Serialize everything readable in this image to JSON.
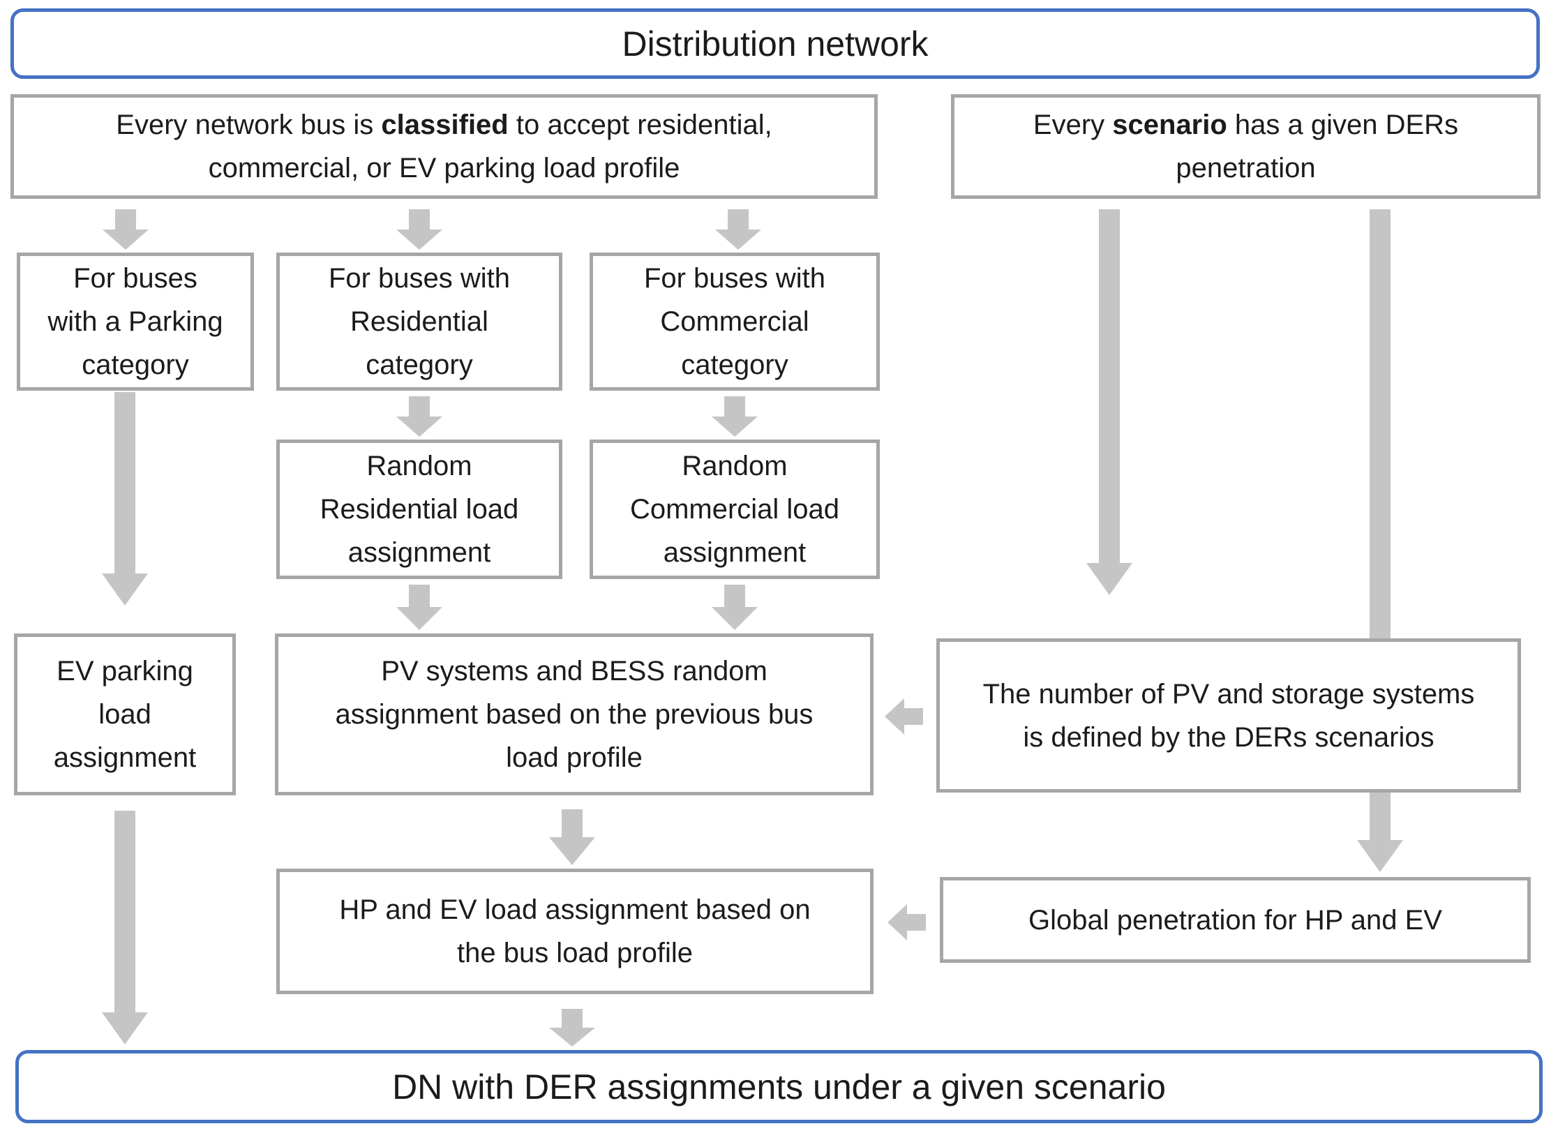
{
  "title": "Distribution network",
  "classified_box": {
    "pre": "Every network bus is ",
    "bold": "classified",
    "post": " to accept residential,",
    "line2": "commercial, or EV parking load profile"
  },
  "scenario_box": {
    "pre": "Every ",
    "bold": "scenario",
    "post": " has a given DERs",
    "line2": "penetration"
  },
  "categories": {
    "parking": {
      "lines": [
        "For buses",
        "with a Parking",
        "category"
      ]
    },
    "residential": {
      "lines": [
        "For buses with",
        "Residential",
        "category"
      ]
    },
    "commercial": {
      "lines": [
        "For buses with",
        "Commercial",
        "category"
      ]
    }
  },
  "random_residential": {
    "lines": [
      "Random",
      "Residential load",
      "assignment"
    ]
  },
  "random_commercial": {
    "lines": [
      "Random",
      "Commercial load",
      "assignment"
    ]
  },
  "ev_parking": {
    "lines": [
      "EV parking",
      "load",
      "assignment"
    ]
  },
  "pv_bess": {
    "lines": [
      "PV systems and BESS random",
      "assignment based on the previous bus",
      "load profile"
    ]
  },
  "num_pv": {
    "lines": [
      "The number of PV and storage systems",
      "is defined by the DERs scenarios"
    ]
  },
  "hp_ev": {
    "lines": [
      "HP and EV load assignment based on",
      "the bus load profile"
    ]
  },
  "global_penetration": "Global penetration for HP and EV",
  "final_box": "DN with DER assignments under a given scenario",
  "colors": {
    "accent_blue": "#4472C4",
    "border_gray": "#A6A6A6",
    "arrow_gray": "#C5C5C5",
    "text": "#1B1B1B"
  }
}
